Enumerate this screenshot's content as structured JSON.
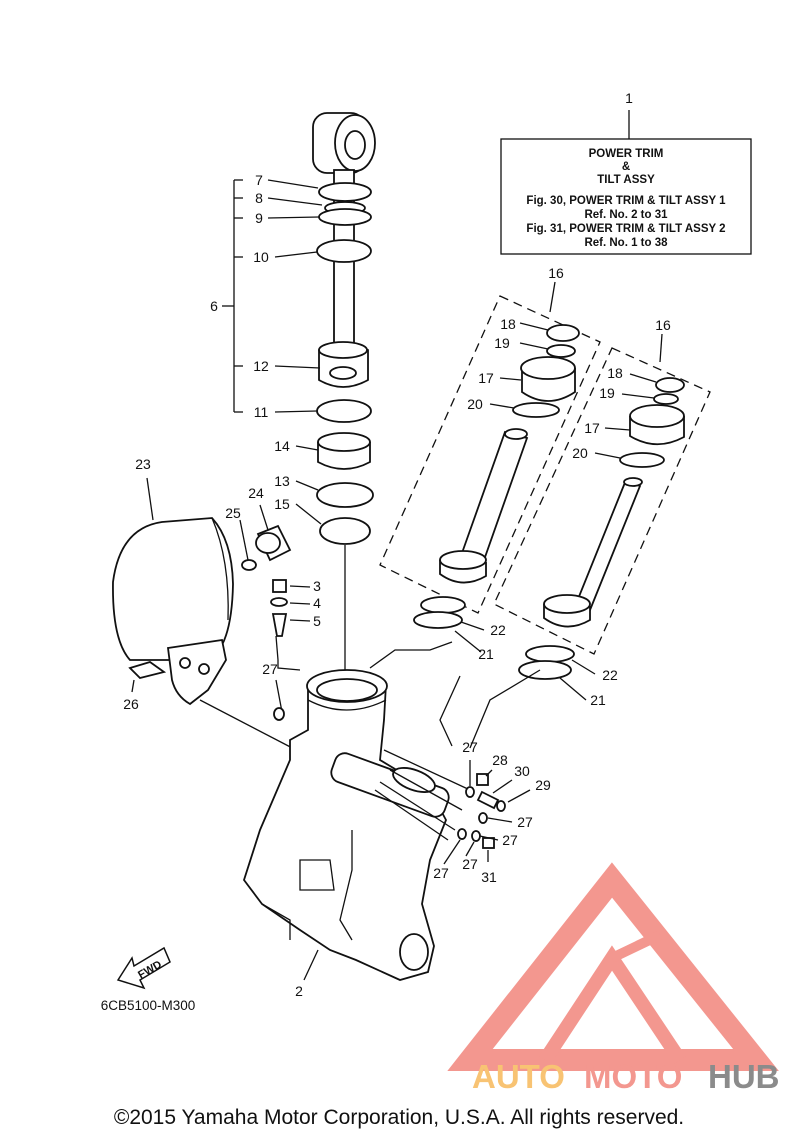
{
  "callout_box": {
    "ref": "1",
    "line1": "POWER TRIM",
    "line2": "&",
    "line3": "TILT ASSY",
    "fig1": "Fig. 30, POWER TRIM & TILT ASSY 1",
    "ref1": "Ref. No. 2 to 31",
    "fig2": "Fig. 31, POWER TRIM & TILT ASSY 2",
    "ref2": "Ref. No. 1 to 38"
  },
  "labels": {
    "l2": "2",
    "l3": "3",
    "l4": "4",
    "l5": "5",
    "l6": "6",
    "l7": "7",
    "l8": "8",
    "l9": "9",
    "l10": "10",
    "l11": "11",
    "l12": "12",
    "l13": "13",
    "l14": "14",
    "l15": "15",
    "l16a": "16",
    "l16b": "16",
    "l17a": "17",
    "l17b": "17",
    "l18a": "18",
    "l18b": "18",
    "l19a": "19",
    "l19b": "19",
    "l20a": "20",
    "l20b": "20",
    "l21a": "21",
    "l21b": "21",
    "l22a": "22",
    "l22b": "22",
    "l23": "23",
    "l24": "24",
    "l25": "25",
    "l26": "26",
    "l27a": "27",
    "l27b": "27",
    "l27c": "27",
    "l27d": "27",
    "l27e": "27",
    "l27f": "27",
    "l28": "28",
    "l29": "29",
    "l30": "30",
    "l31": "31"
  },
  "fwd_label": "FWD",
  "diagram_code": "6CB5100-M300",
  "watermark": {
    "auto": "AUTO",
    "moto": "MOTO",
    "hub": "HUB"
  },
  "copyright": "©2015 Yamaha Motor Corporation, U.S.A. All rights reserved.",
  "colors": {
    "line": "#111111",
    "watermark_red": "#f07a70",
    "watermark_orange": "#f7b34d",
    "watermark_gray": "#6b6b6b"
  },
  "icons": [
    "fwd-arrow-icon",
    "automotohub-logo-icon"
  ]
}
